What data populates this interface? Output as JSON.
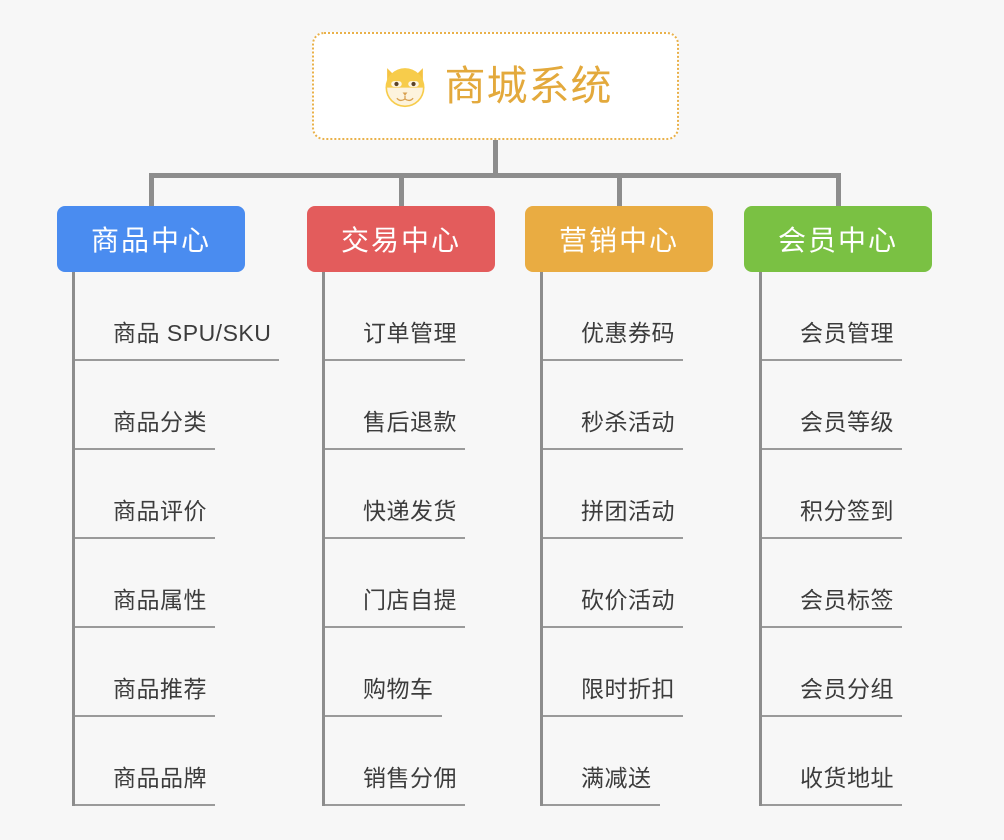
{
  "page": {
    "background_color": "#f7f7f7",
    "layout": "mind-map",
    "connector_color": "#8d8d8d"
  },
  "root": {
    "title": "商城系统",
    "icon": "dog-face-icon",
    "border_color": "#e9b14a",
    "text_color": "#e3a93c",
    "border_style": "dotted"
  },
  "branches": [
    {
      "label": "商品中心",
      "color": "#4a8cf0",
      "items": [
        {
          "label": "商品 SPU/SKU"
        },
        {
          "label": "商品分类"
        },
        {
          "label": "商品评价"
        },
        {
          "label": "商品属性"
        },
        {
          "label": "商品推荐"
        },
        {
          "label": "商品品牌"
        }
      ]
    },
    {
      "label": "交易中心",
      "color": "#e35c5c",
      "items": [
        {
          "label": "订单管理"
        },
        {
          "label": "售后退款"
        },
        {
          "label": "快递发货"
        },
        {
          "label": "门店自提"
        },
        {
          "label": "购物车"
        },
        {
          "label": "销售分佣"
        }
      ]
    },
    {
      "label": "营销中心",
      "color": "#e9ac42",
      "items": [
        {
          "label": "优惠券码"
        },
        {
          "label": "秒杀活动"
        },
        {
          "label": "拼团活动"
        },
        {
          "label": "砍价活动"
        },
        {
          "label": "限时折扣"
        },
        {
          "label": "满减送"
        }
      ]
    },
    {
      "label": "会员中心",
      "color": "#7ac143",
      "items": [
        {
          "label": "会员管理"
        },
        {
          "label": "会员等级"
        },
        {
          "label": "积分签到"
        },
        {
          "label": "会员标签"
        },
        {
          "label": "会员分组"
        },
        {
          "label": "收货地址"
        }
      ]
    }
  ]
}
